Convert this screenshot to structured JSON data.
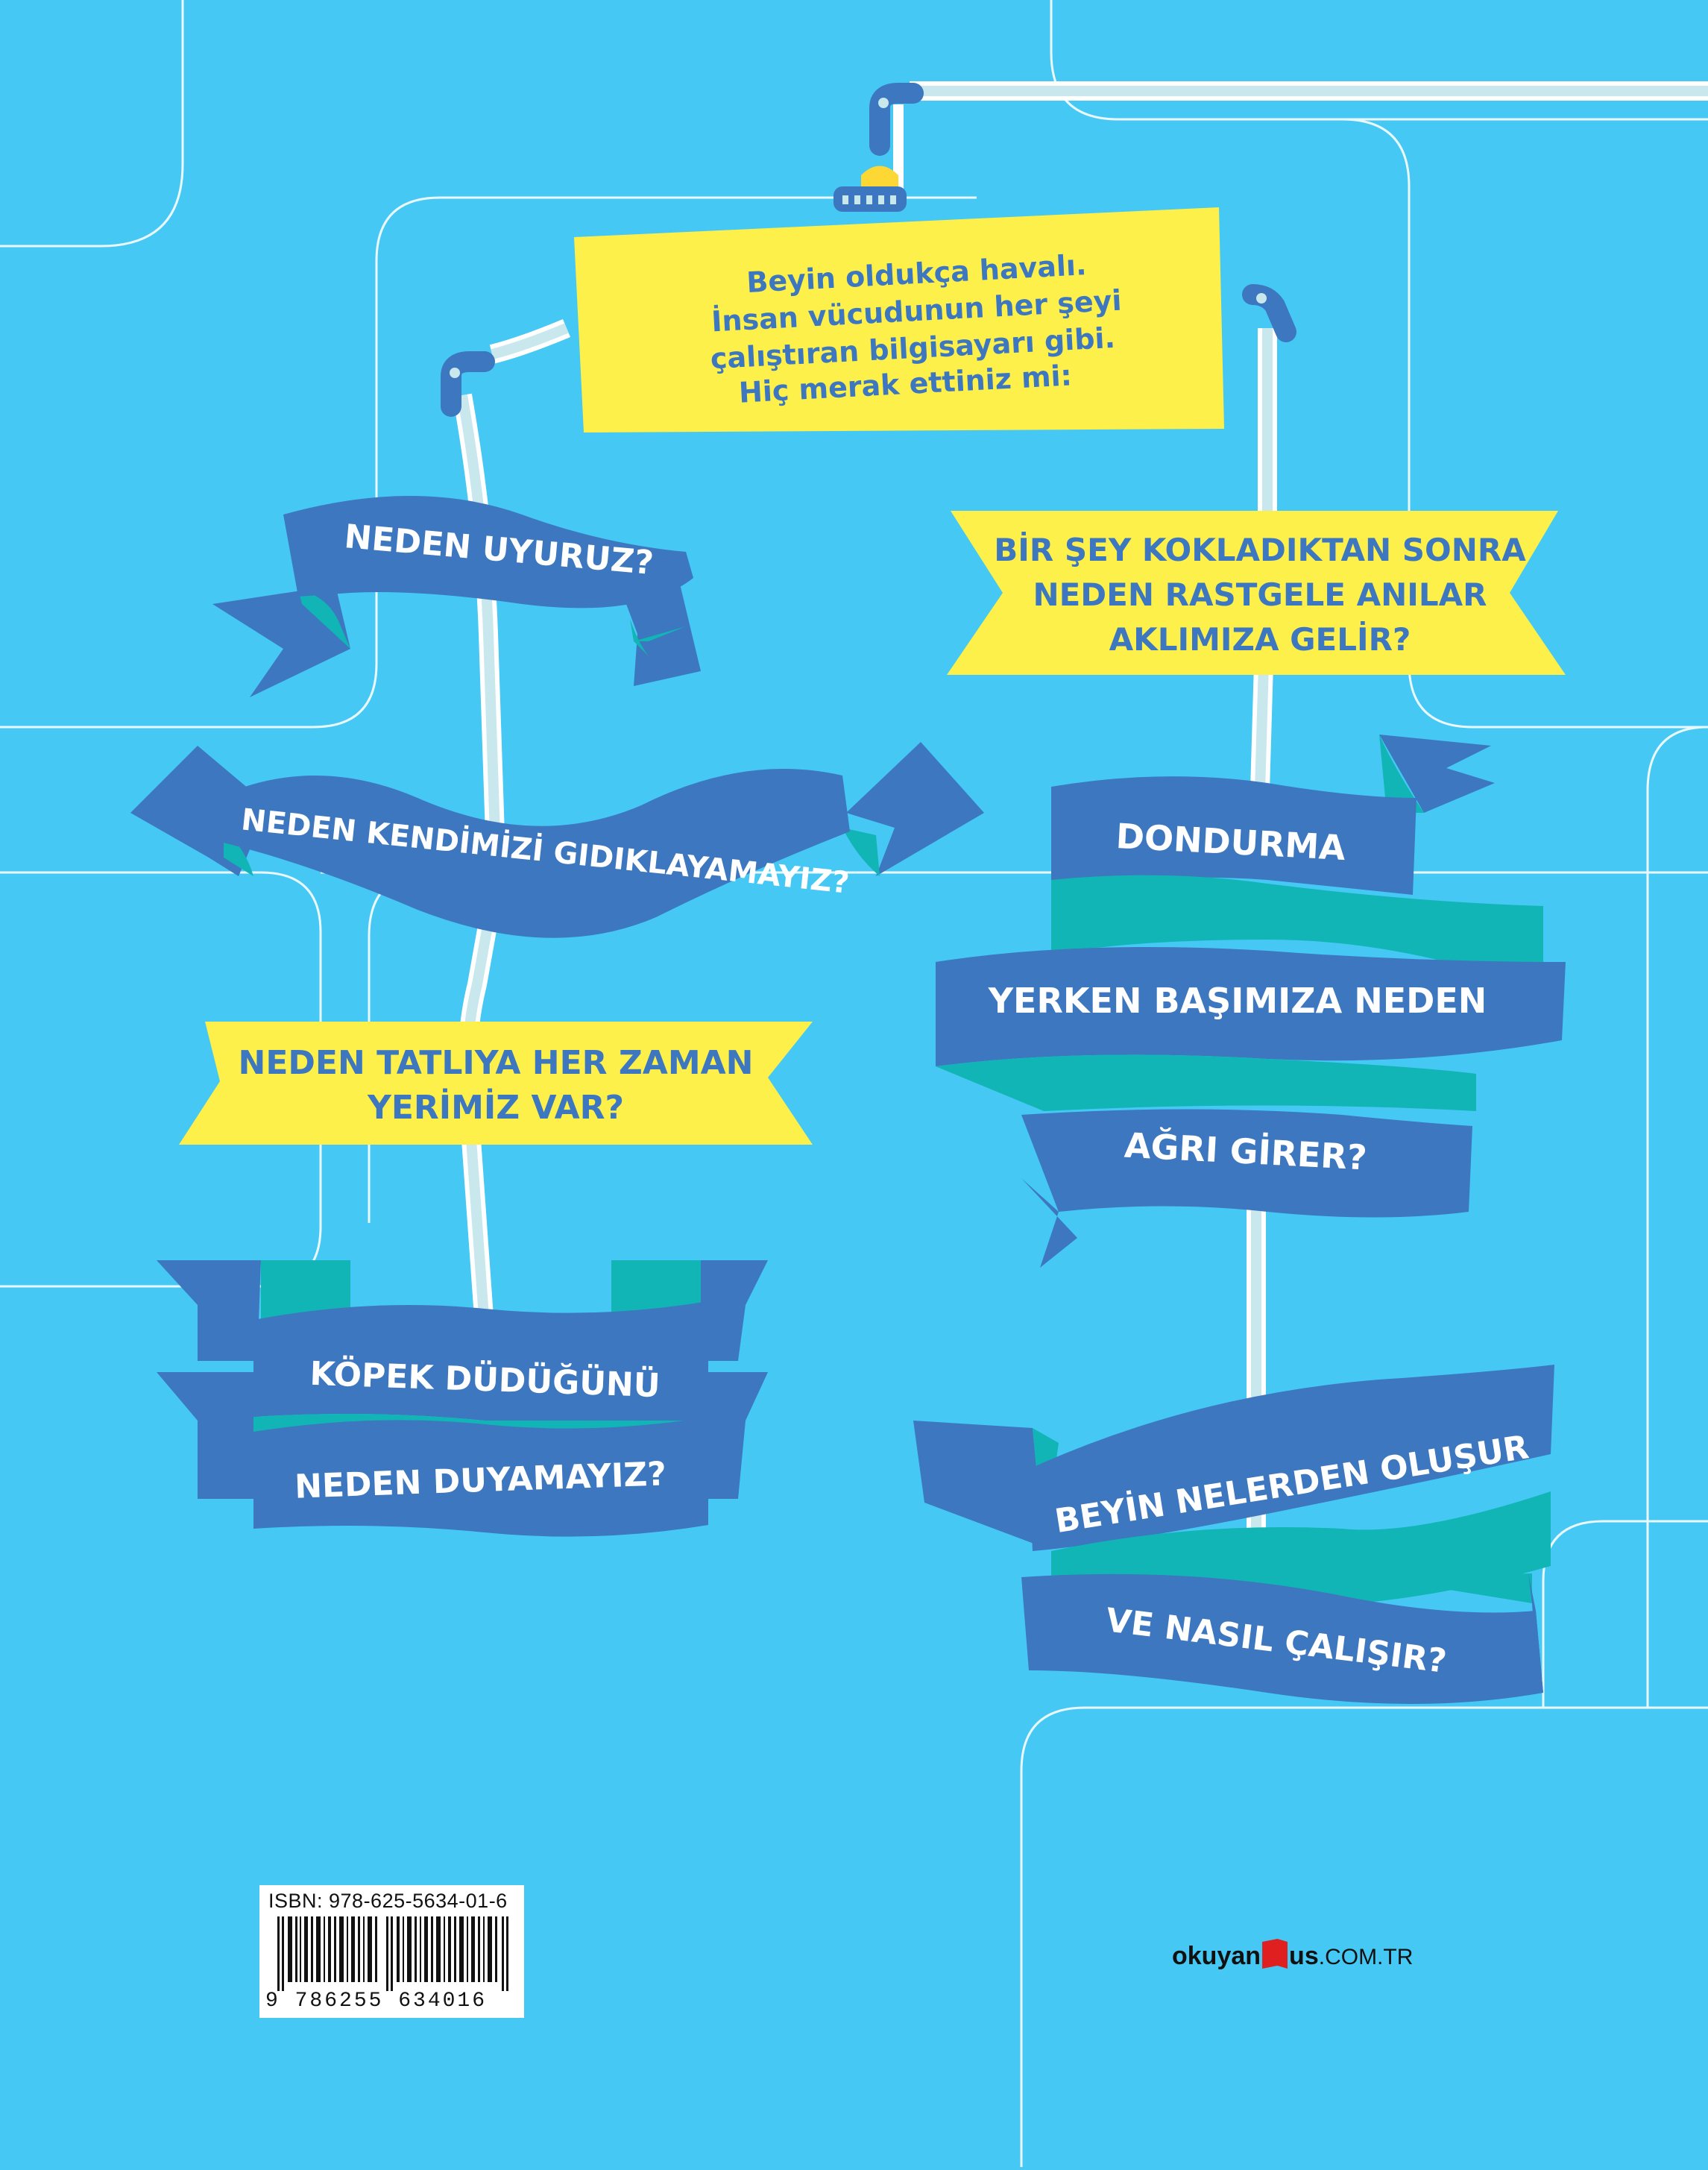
{
  "intro": {
    "lines": [
      "Beyin oldukça havalı.",
      "İnsan vücudunun her şeyi",
      "çalıştıran bilgisayarı gibi.",
      "Hiç merak ettiniz mi:"
    ]
  },
  "questions": {
    "q1": "NEDEN UYURUZ?",
    "q2": "NEDEN KENDİMİZİ GIDIKLAYAMAYIZ?",
    "q3": [
      "NEDEN TATLIYA HER ZAMAN",
      "YERİMİZ VAR?"
    ],
    "q4": [
      "KÖPEK DÜDÜĞÜNÜ",
      "NEDEN DUYAMAYIZ?"
    ],
    "q5": [
      "BİR ŞEY KOKLADIKTAN SONRA",
      "NEDEN RASTGELE ANILAR",
      "AKLIMIZA GELİR?"
    ],
    "q6": [
      "DONDURMA",
      "YERKEN BAŞIMIZA NEDEN",
      "AĞRI GİRER?"
    ],
    "q7": [
      "BEYİN NELERDEN OLUŞUR",
      "VE NASIL ÇALIŞIR?"
    ]
  },
  "isbn": {
    "label": "ISBN: 978-625-5634-01-6",
    "digits": "9 786255 634016"
  },
  "publisher": {
    "name_a": "okuyan",
    "name_b": "us",
    "domain": ".COM.TR"
  },
  "colors": {
    "background": "#45c8f4",
    "ribbon": "#3d77bf",
    "ribbon_fold": "#11b5b5",
    "banner": "#fdf04a",
    "pipe": "#c9e8ee"
  }
}
